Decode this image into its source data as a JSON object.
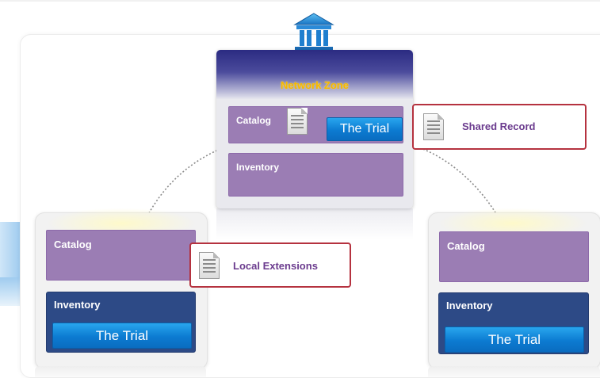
{
  "network_zone": {
    "title": "Network Zone",
    "catalog_label": "Catalog",
    "inventory_label": "Inventory",
    "trial_label": "The Trial"
  },
  "shared_record": {
    "label": "Shared Record"
  },
  "local_extensions": {
    "label": "Local Extensions"
  },
  "left_node": {
    "catalog_label": "Catalog",
    "inventory_label": "Inventory",
    "trial_label": "The Trial"
  },
  "right_node": {
    "catalog_label": "Catalog",
    "inventory_label": "Inventory",
    "trial_label": "The Trial"
  },
  "colors": {
    "purple_box": "#9b7db4",
    "navy_box": "#2d4a86",
    "trial_blue": "#0c7bd1",
    "callout_border": "#b5323f",
    "callout_text": "#6b3b8e",
    "network_zone_title": "#f6b800"
  },
  "icons": [
    "institution-building-icon",
    "document-icon"
  ]
}
